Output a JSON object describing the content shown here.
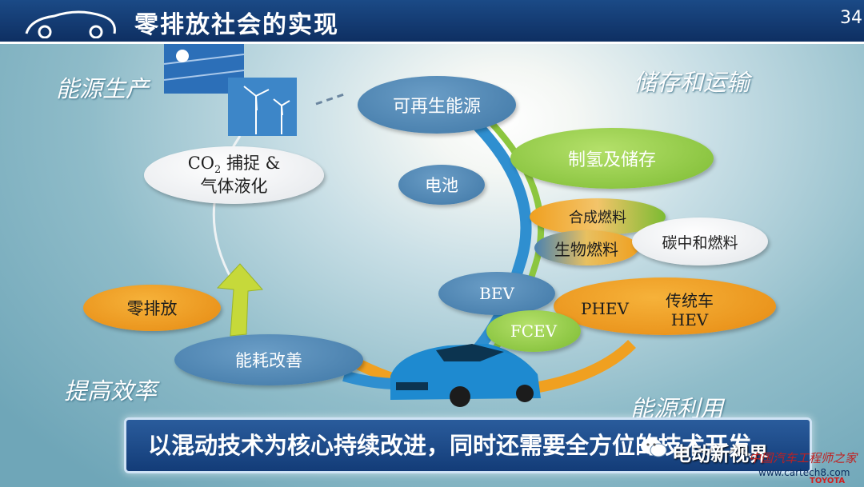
{
  "title": "零排放社会的实现",
  "page_number": "34",
  "corners": {
    "production": "能源生产",
    "storage": "储存和运输",
    "efficiency": "提高效率",
    "usage": "能源利用"
  },
  "nodes": {
    "renewable": "可再生能源",
    "co2_line1_a": "CO",
    "co2_line1_sub": "2",
    "co2_line1_b": " 捕捉 &",
    "co2_line2": "气体液化",
    "battery": "电池",
    "hydrogen": "制氢及储存",
    "synthetic_fuel": "合成燃料",
    "biofuel": "生物燃料",
    "carbon_neutral_fuel": "碳中和燃料",
    "bev": "BEV",
    "phev": "PHEV",
    "traditional_line1": "传统车",
    "traditional_line2": "HEV",
    "fcev": "FCEV",
    "zero_emission": "零排放",
    "energy_saving": "能耗改善"
  },
  "banner": "以混动技术为核心持续改进，同时还需要全方位的技术开发",
  "watermark": {
    "wechat": "电动新视界",
    "site_cn": "中国汽车工程师之家",
    "site_url": "www.cartech8.com",
    "brand": "TOYOTA"
  },
  "colors": {
    "header": "#123c74",
    "blue_node": "#4a82b0",
    "green_node": "#8cc63f",
    "orange_node": "#f0a020",
    "white_node": "#ffffff"
  }
}
